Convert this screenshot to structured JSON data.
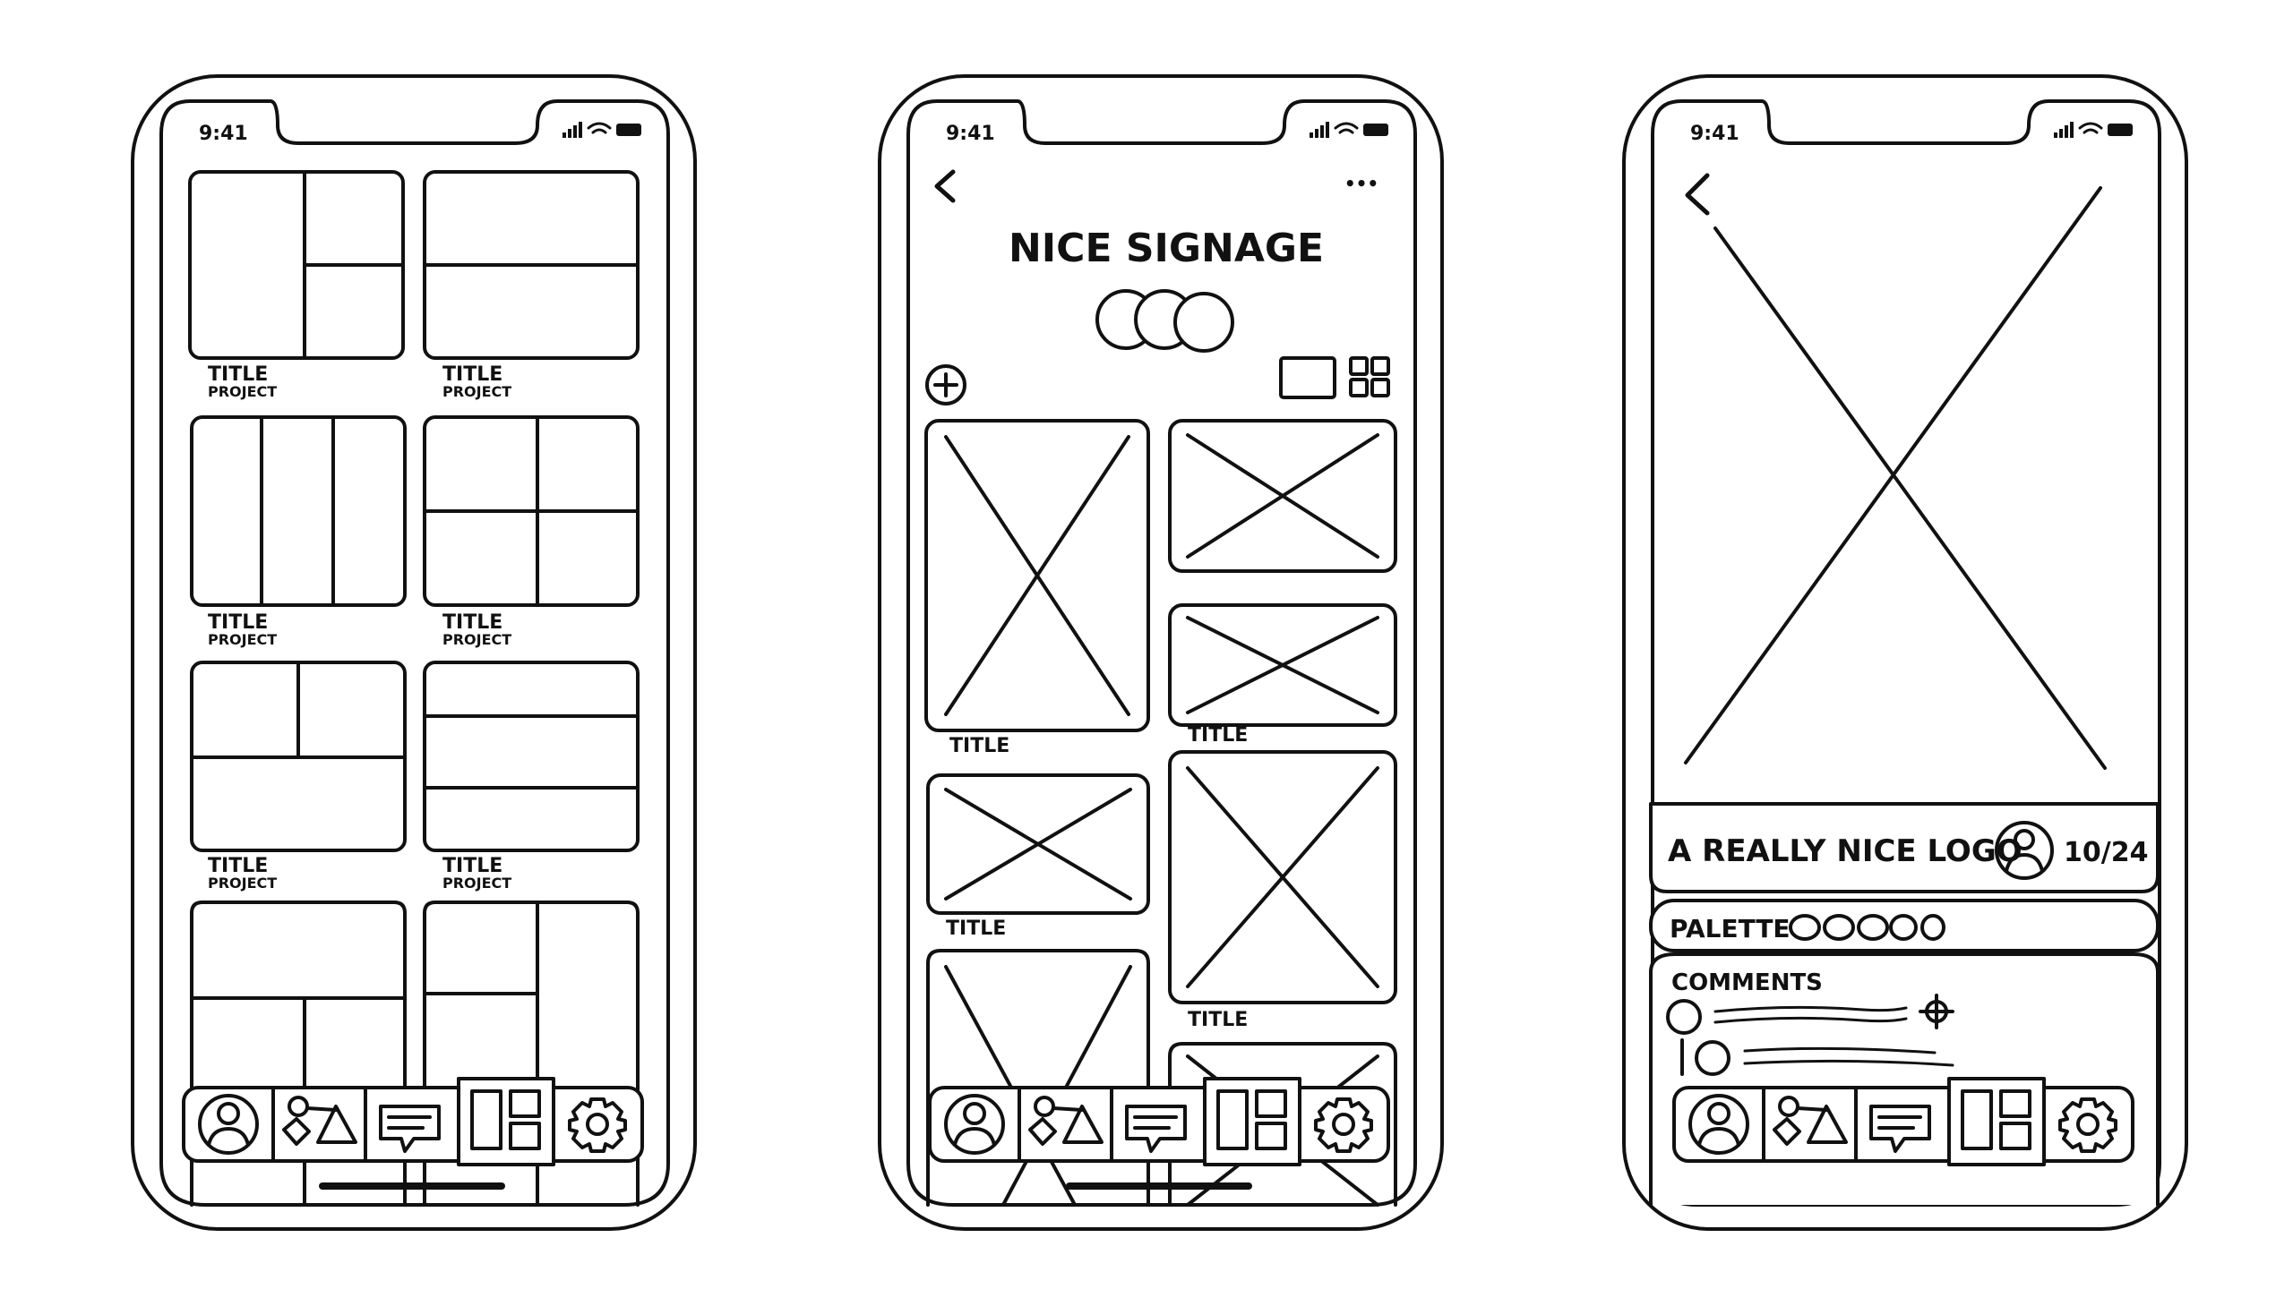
{
  "status_bar": {
    "time": "9:41"
  },
  "screen1": {
    "tiles": [
      {
        "title": "TITLE",
        "subtitle": "PROJECT"
      },
      {
        "title": "TITLE",
        "subtitle": "PROJECT"
      },
      {
        "title": "TITLE",
        "subtitle": "PROJECT"
      },
      {
        "title": "TITLE",
        "subtitle": "PROJECT"
      },
      {
        "title": "TITLE",
        "subtitle": "PROJECT"
      },
      {
        "title": "TITLE",
        "subtitle": "PROJECT"
      }
    ]
  },
  "screen2": {
    "heading": "NICE SIGNAGE",
    "more_glyph": "•••",
    "cards": [
      {
        "title": "TITLE"
      },
      {
        "title": "TITLE"
      },
      {
        "title": "TITLE"
      },
      {
        "title": "TITLE"
      }
    ]
  },
  "screen3": {
    "post_title": "A REALLY NICE LOGO",
    "post_date": "10/24",
    "palette_label": "PALETTE",
    "comments_label": "COMMENTS"
  },
  "tab_bar": {
    "items": [
      {
        "icon": "profile-icon"
      },
      {
        "icon": "shapes-icon"
      },
      {
        "icon": "chat-icon"
      },
      {
        "icon": "layout-icon",
        "selected": true
      },
      {
        "icon": "gear-icon"
      }
    ]
  }
}
